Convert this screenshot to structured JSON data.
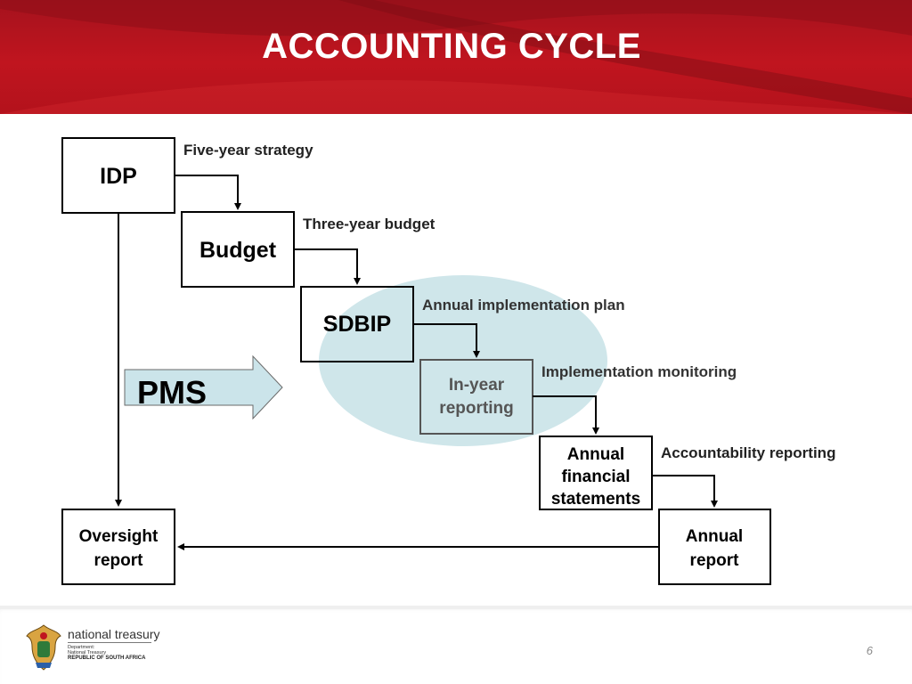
{
  "slide": {
    "title": "ACCOUNTING CYCLE",
    "page_number": "6"
  },
  "diagram": {
    "boxes": {
      "idp": "IDP",
      "budget": "Budget",
      "sdbip": "SDBIP",
      "in_year_line1": "In-year",
      "in_year_line2": "reporting",
      "afs_line1": "Annual",
      "afs_line2": "financial",
      "afs_line3": "statements",
      "oversight_line1": "Oversight",
      "oversight_line2": "report",
      "annual_line1": "Annual",
      "annual_line2": "report"
    },
    "labels": {
      "five_year": "Five-year strategy",
      "three_year": "Three-year budget",
      "annual_plan": "Annual implementation plan",
      "monitoring": "Implementation monitoring",
      "accountability": "Accountability reporting"
    },
    "pms_label": "PMS"
  },
  "footer": {
    "dept_name": "national treasury",
    "dept_line1": "Department:",
    "dept_line2": "National Treasury",
    "dept_line3": "REPUBLIC OF SOUTH AFRICA"
  },
  "colors": {
    "header_red": "#c0151f",
    "ellipse": "#cfe6ea",
    "in_year_text": "#555555",
    "arrow_fill": "#cbe4ea"
  }
}
